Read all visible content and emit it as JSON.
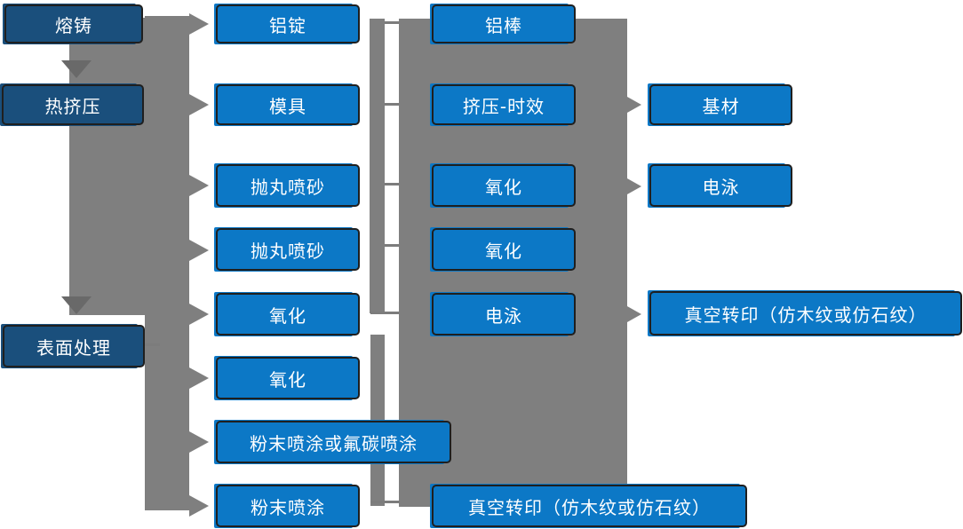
{
  "colors": {
    "node_dark": "#1a4f7c",
    "node_blue": "#0c78c6",
    "connector_gray": "#7f7f7f",
    "arrow_dark_gray": "#696969",
    "node_border": "#1f1f1f",
    "node_text": "#ffffff",
    "background": "#ffffff"
  },
  "nodes": {
    "melting": "熔铸",
    "hot_extrusion": "热挤压",
    "surface_treatment": "表面处理",
    "aluminum_ingot": "铝锭",
    "mold": "模具",
    "shot_blasting_1": "抛丸喷砂",
    "shot_blasting_2": "抛丸喷砂",
    "oxidation_1": "氧化",
    "oxidation_2": "氧化",
    "powder_or_fluorocarbon_coating": "粉末喷涂或氟碳喷涂",
    "powder_coating": "粉末喷涂",
    "aluminum_rod": "铝棒",
    "extrusion_aging": "挤压-时效",
    "oxidation_3": "氧化",
    "oxidation_4": "氧化",
    "electrophoresis_1": "电泳",
    "vacuum_transfer_bottom": "真空转印（仿木纹或仿石纹）",
    "base_material": "基材",
    "electrophoresis_2": "电泳",
    "vacuum_transfer_right": "真空转印（仿木纹或仿石纹）"
  }
}
